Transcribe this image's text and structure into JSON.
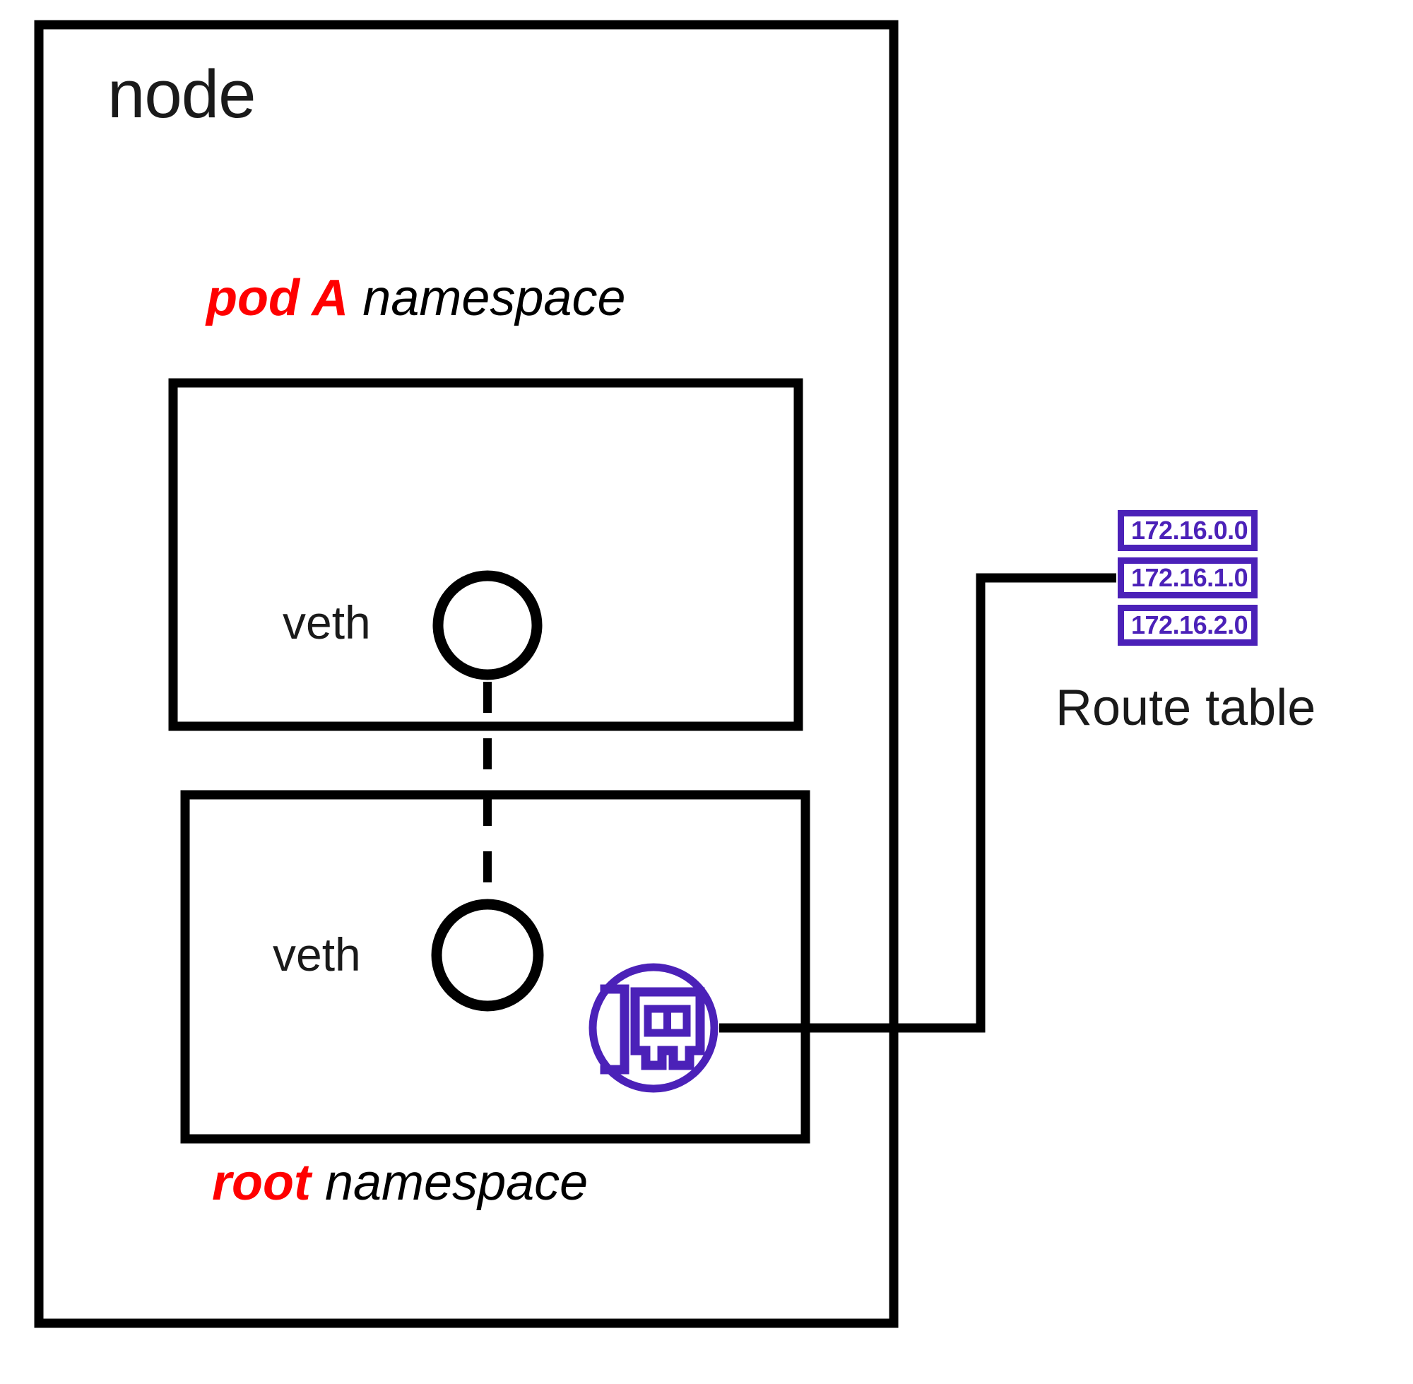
{
  "diagram": {
    "title": "node",
    "outer_box": {
      "name": "node"
    },
    "namespaces": [
      {
        "accent": "pod A",
        "rest": " namespace",
        "accent_color": "#FF0000"
      },
      {
        "accent": "root",
        "rest": " namespace",
        "accent_color": "#FF0000"
      }
    ],
    "pod_namespace_label_accent": "pod A",
    "pod_namespace_label_rest": " namespace",
    "root_namespace_label_accent": "root",
    "root_namespace_label_rest": " namespace",
    "interfaces": {
      "pod_veth_label": "veth",
      "root_veth_label": "veth",
      "nic_icon": "network-interface-card-icon"
    },
    "route_table": {
      "title": "Route table",
      "entries": [
        {
          "cidr": "172.16.0.0"
        },
        {
          "cidr": "172.16.1.0"
        },
        {
          "cidr": "172.16.2.0"
        }
      ]
    },
    "colors": {
      "stroke": "#000000",
      "accent_red": "#FF0000",
      "accent_purple": "#4B21B8",
      "background": "#FFFFFF"
    },
    "connections": [
      {
        "from": "pod-veth",
        "to": "root-veth",
        "style": "dashed"
      },
      {
        "from": "root-nic",
        "to": "route-table-entry-172.16.1.0",
        "style": "solid"
      }
    ]
  }
}
